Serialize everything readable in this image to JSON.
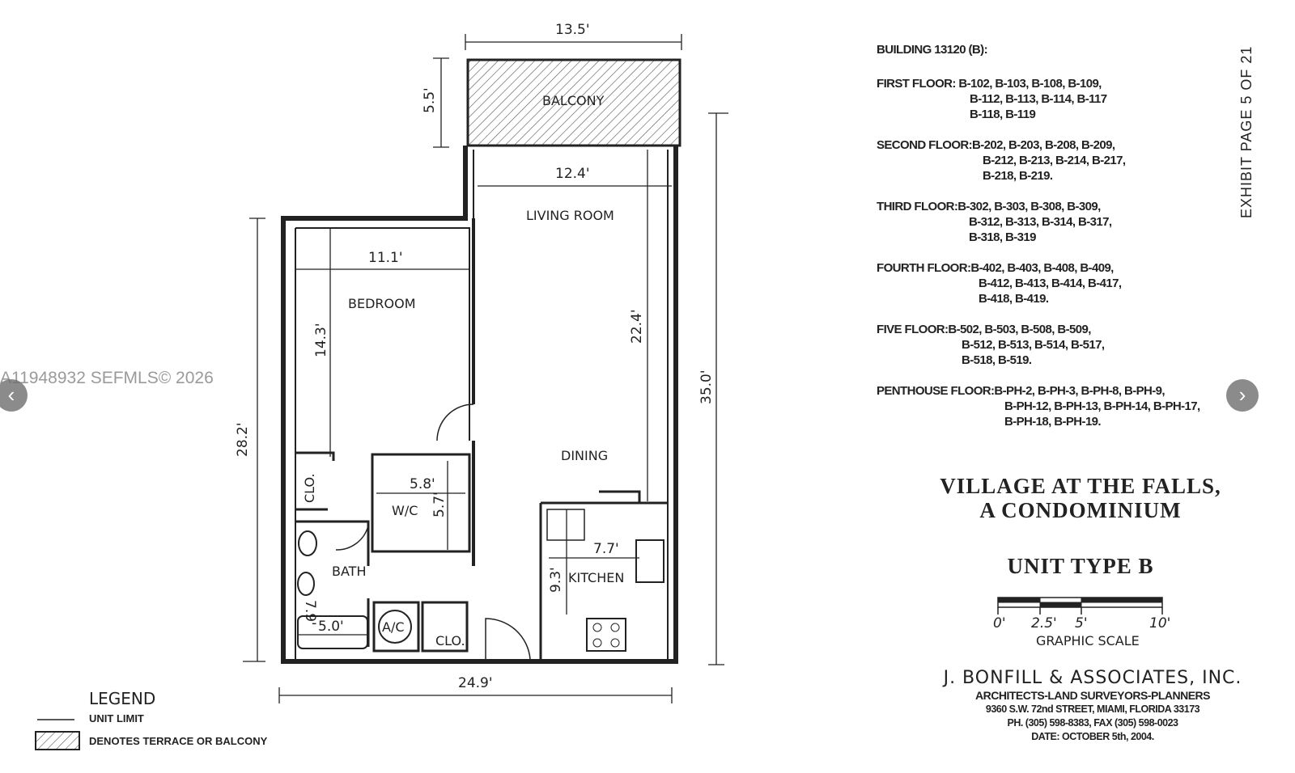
{
  "plan": {
    "rooms": {
      "balcony": "BALCONY",
      "living_room": "LIVING ROOM",
      "bedroom": "BEDROOM",
      "dining": "DINING",
      "wc": "W/C",
      "bath": "BATH",
      "kitchen": "KITCHEN",
      "ac": "A/C",
      "clo1": "CLO.",
      "clo2": "CLO."
    },
    "dimensions": {
      "balcony_width": "13.5'",
      "balcony_depth": "5.5'",
      "living_width": "12.4'",
      "bedroom_width": "11.1'",
      "bedroom_depth": "14.3'",
      "living_depth": "22.4'",
      "total_depth_right": "35.0'",
      "total_depth_left": "28.2'",
      "wc_width": "5.8'",
      "wc_depth": "5.7'",
      "kitchen_width": "7.7'",
      "kitchen_depth": "9.3'",
      "bath_width": "5.0'",
      "bath_depth": "7.9'",
      "total_width": "24.9'"
    }
  },
  "building": {
    "heading": "BUILDING 13120 (B):",
    "floors": [
      {
        "label": "FIRST FLOOR: ",
        "lines": [
          "B-102, B-103, B-108, B-109,",
          "B-112, B-113, B-114, B-117",
          "B-118, B-119"
        ]
      },
      {
        "label": "SECOND FLOOR:",
        "lines": [
          "B-202, B-203, B-208, B-209,",
          "B-212, B-213, B-214, B-217,",
          "B-218, B-219."
        ]
      },
      {
        "label": "THIRD FLOOR:",
        "lines": [
          "B-302, B-303, B-308, B-309,",
          "B-312, B-313, B-314, B-317,",
          "B-318, B-319"
        ]
      },
      {
        "label": "FOURTH FLOOR:",
        "lines": [
          "B-402, B-403, B-408, B-409,",
          "B-412, B-413, B-414, B-417,",
          "B-418, B-419."
        ]
      },
      {
        "label": "FIVE FLOOR:",
        "lines": [
          "B-502, B-503, B-508, B-509,",
          "B-512, B-513, B-514, B-517,",
          "B-518, B-519."
        ]
      },
      {
        "label": "PENTHOUSE FLOOR:",
        "lines": [
          "B-PH-2, B-PH-3, B-PH-8, B-PH-9,",
          "B-PH-12, B-PH-13,  B-PH-14, B-PH-17,",
          "B-PH-18, B-PH-19."
        ]
      }
    ]
  },
  "exhibit": "EXHIBIT     PAGE 5 OF 21",
  "title": {
    "line1": "VILLAGE AT THE FALLS,",
    "line2": "A CONDOMINIUM",
    "unit_type": "UNIT TYPE B"
  },
  "scale": {
    "ticks": [
      "0'",
      "2.5'",
      "5'",
      "10'"
    ],
    "label": "GRAPHIC SCALE"
  },
  "company": {
    "name": "J. BONFILL & ASSOCIATES, INC.",
    "tagline": "ARCHITECTS-LAND SURVEYORS-PLANNERS",
    "address": "9360 S.W. 72nd STREET, MIAMI, FLORIDA 33173",
    "phone": "PH. (305) 598-8383, FAX (305) 598-0023",
    "date": "DATE: OCTOBER 5th, 2004."
  },
  "legend": {
    "title": "LEGEND",
    "unit_limit": "UNIT LIMIT",
    "terrace": "DENOTES TERRACE OR BALCONY"
  },
  "watermark": "A11948932 SEFMLS© 2026",
  "nav": {
    "prev_icon": "chevron-left-icon",
    "next_icon": "chevron-right-icon",
    "prev": "‹",
    "next": "›"
  }
}
